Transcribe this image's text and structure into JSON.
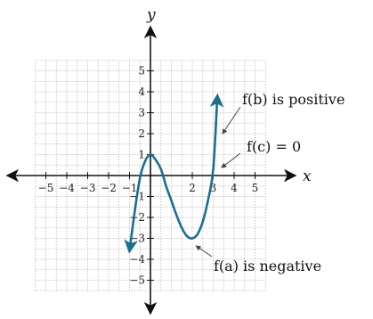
{
  "chart_data": {
    "type": "line",
    "title": "",
    "xlabel": "x",
    "ylabel": "y",
    "xlim": [
      -6,
      6
    ],
    "ylim": [
      -6,
      6
    ],
    "grid": true,
    "x_ticks": [
      "−5",
      "−4",
      "−3",
      "−2",
      "−1",
      "2",
      "3",
      "4",
      "5"
    ],
    "x_tick_values": [
      -5,
      -4,
      -3,
      -2,
      -1,
      2,
      3,
      4,
      5
    ],
    "y_ticks": [
      "5",
      "4",
      "3",
      "2",
      "1",
      "−1",
      "−2",
      "−3",
      "−4",
      "−5"
    ],
    "y_tick_values": [
      5,
      4,
      3,
      2,
      1,
      -1,
      -2,
      -3,
      -4,
      -5
    ],
    "series": [
      {
        "x": [
          -1,
          -0.75,
          -0.5,
          -0.25,
          0,
          0.25,
          0.5,
          0.75,
          1,
          1.25,
          1.5,
          1.75,
          2,
          2.25,
          2.5,
          2.75,
          3,
          3.2
        ],
        "y": [
          -3.6,
          -1.7,
          -0.1,
          0.7,
          1,
          0.75,
          0.3,
          -0.5,
          -1.2,
          -1.9,
          -2.5,
          -2.9,
          -3,
          -2.8,
          -2.2,
          -1.2,
          0.3,
          3.8
        ],
        "color": "#1a6f8f"
      }
    ],
    "annotations": [
      {
        "name": "fb",
        "text": "f(b) is positive",
        "point": [
          3.1,
          2.5
        ]
      },
      {
        "name": "fc",
        "text": "f(c) = 0",
        "point": [
          3.05,
          0.2
        ]
      },
      {
        "name": "fa",
        "text": "f(a) is negative",
        "point": [
          2.0,
          -3.1
        ]
      }
    ],
    "colors": {
      "curve": "#1a6f8f",
      "axis": "#111111",
      "grid": "#9a9a9a",
      "pointer": "#444444"
    }
  }
}
